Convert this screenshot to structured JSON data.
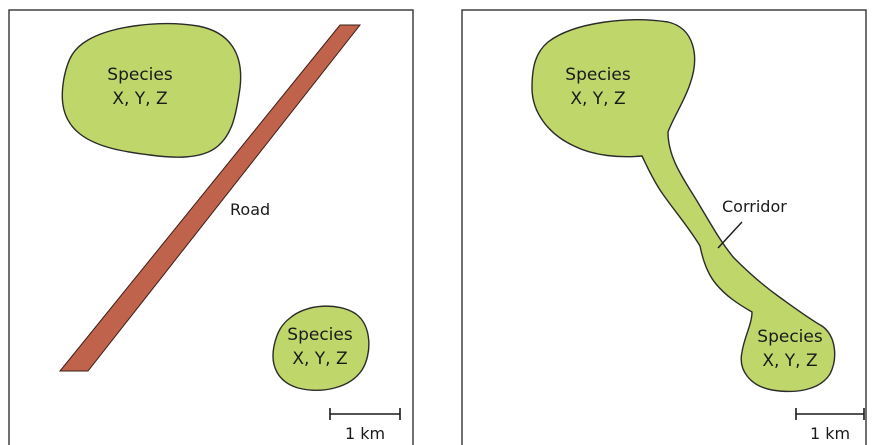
{
  "colors": {
    "habitat_fill": "#bfd66b",
    "habitat_stroke": "#2b2b2b",
    "road_fill": "#c0634c",
    "frame_stroke": "#333333",
    "text": "#1a1a1a"
  },
  "left_panel": {
    "patch_large": {
      "line1": "Species",
      "line2": "X, Y, Z"
    },
    "patch_small": {
      "line1": "Species",
      "line2": "X, Y, Z"
    },
    "road_label": "Road",
    "scale_label": "1 km"
  },
  "right_panel": {
    "patch_large": {
      "line1": "Species",
      "line2": "X, Y, Z"
    },
    "patch_small": {
      "line1": "Species",
      "line2": "X, Y, Z"
    },
    "corridor_label": "Corridor",
    "scale_label": "1 km"
  }
}
